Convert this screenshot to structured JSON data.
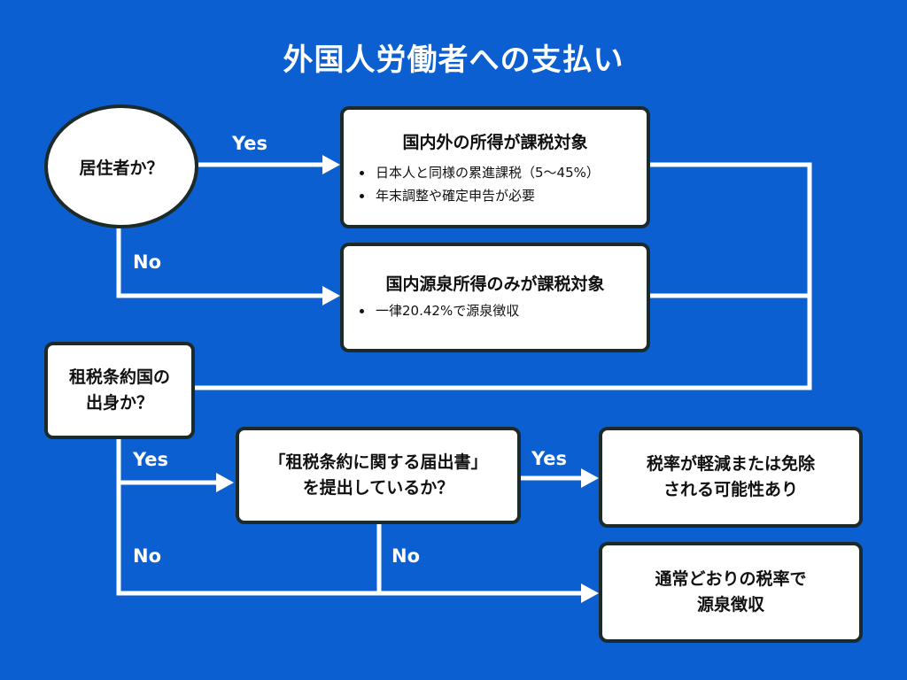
{
  "title": "外国人労働者への支払い",
  "nodes": {
    "resident_q": "居住者か？",
    "box1": {
      "title": "国内外の所得が課税対象",
      "bullets": [
        "日本人と同様の累進課税（5〜45%）",
        "年末調整や確定申告が必要"
      ]
    },
    "box2": {
      "title": "国内源泉所得のみが課税対象",
      "bullets": [
        "一律20.42%で源泉徴収"
      ]
    },
    "treaty_q": {
      "line1": "租税条約国の",
      "line2": "出身か？"
    },
    "form_q": {
      "line1": "「租税条約に関する届出書」",
      "line2": "を提出しているか？"
    },
    "reduced": {
      "line1": "税率が軽減または免除",
      "line2": "される可能性あり"
    },
    "normal": {
      "line1": "通常どおりの税率で",
      "line2": "源泉徴収"
    }
  },
  "labels": {
    "yes1": "Yes",
    "no1": "No",
    "yes2": "Yes",
    "yes3": "Yes",
    "no2": "No",
    "no3": "No"
  },
  "colors": {
    "background": "#0b5fd0",
    "box_fill": "#ffffff",
    "box_border": "#1d2a2a",
    "connector": "#ffffff"
  }
}
